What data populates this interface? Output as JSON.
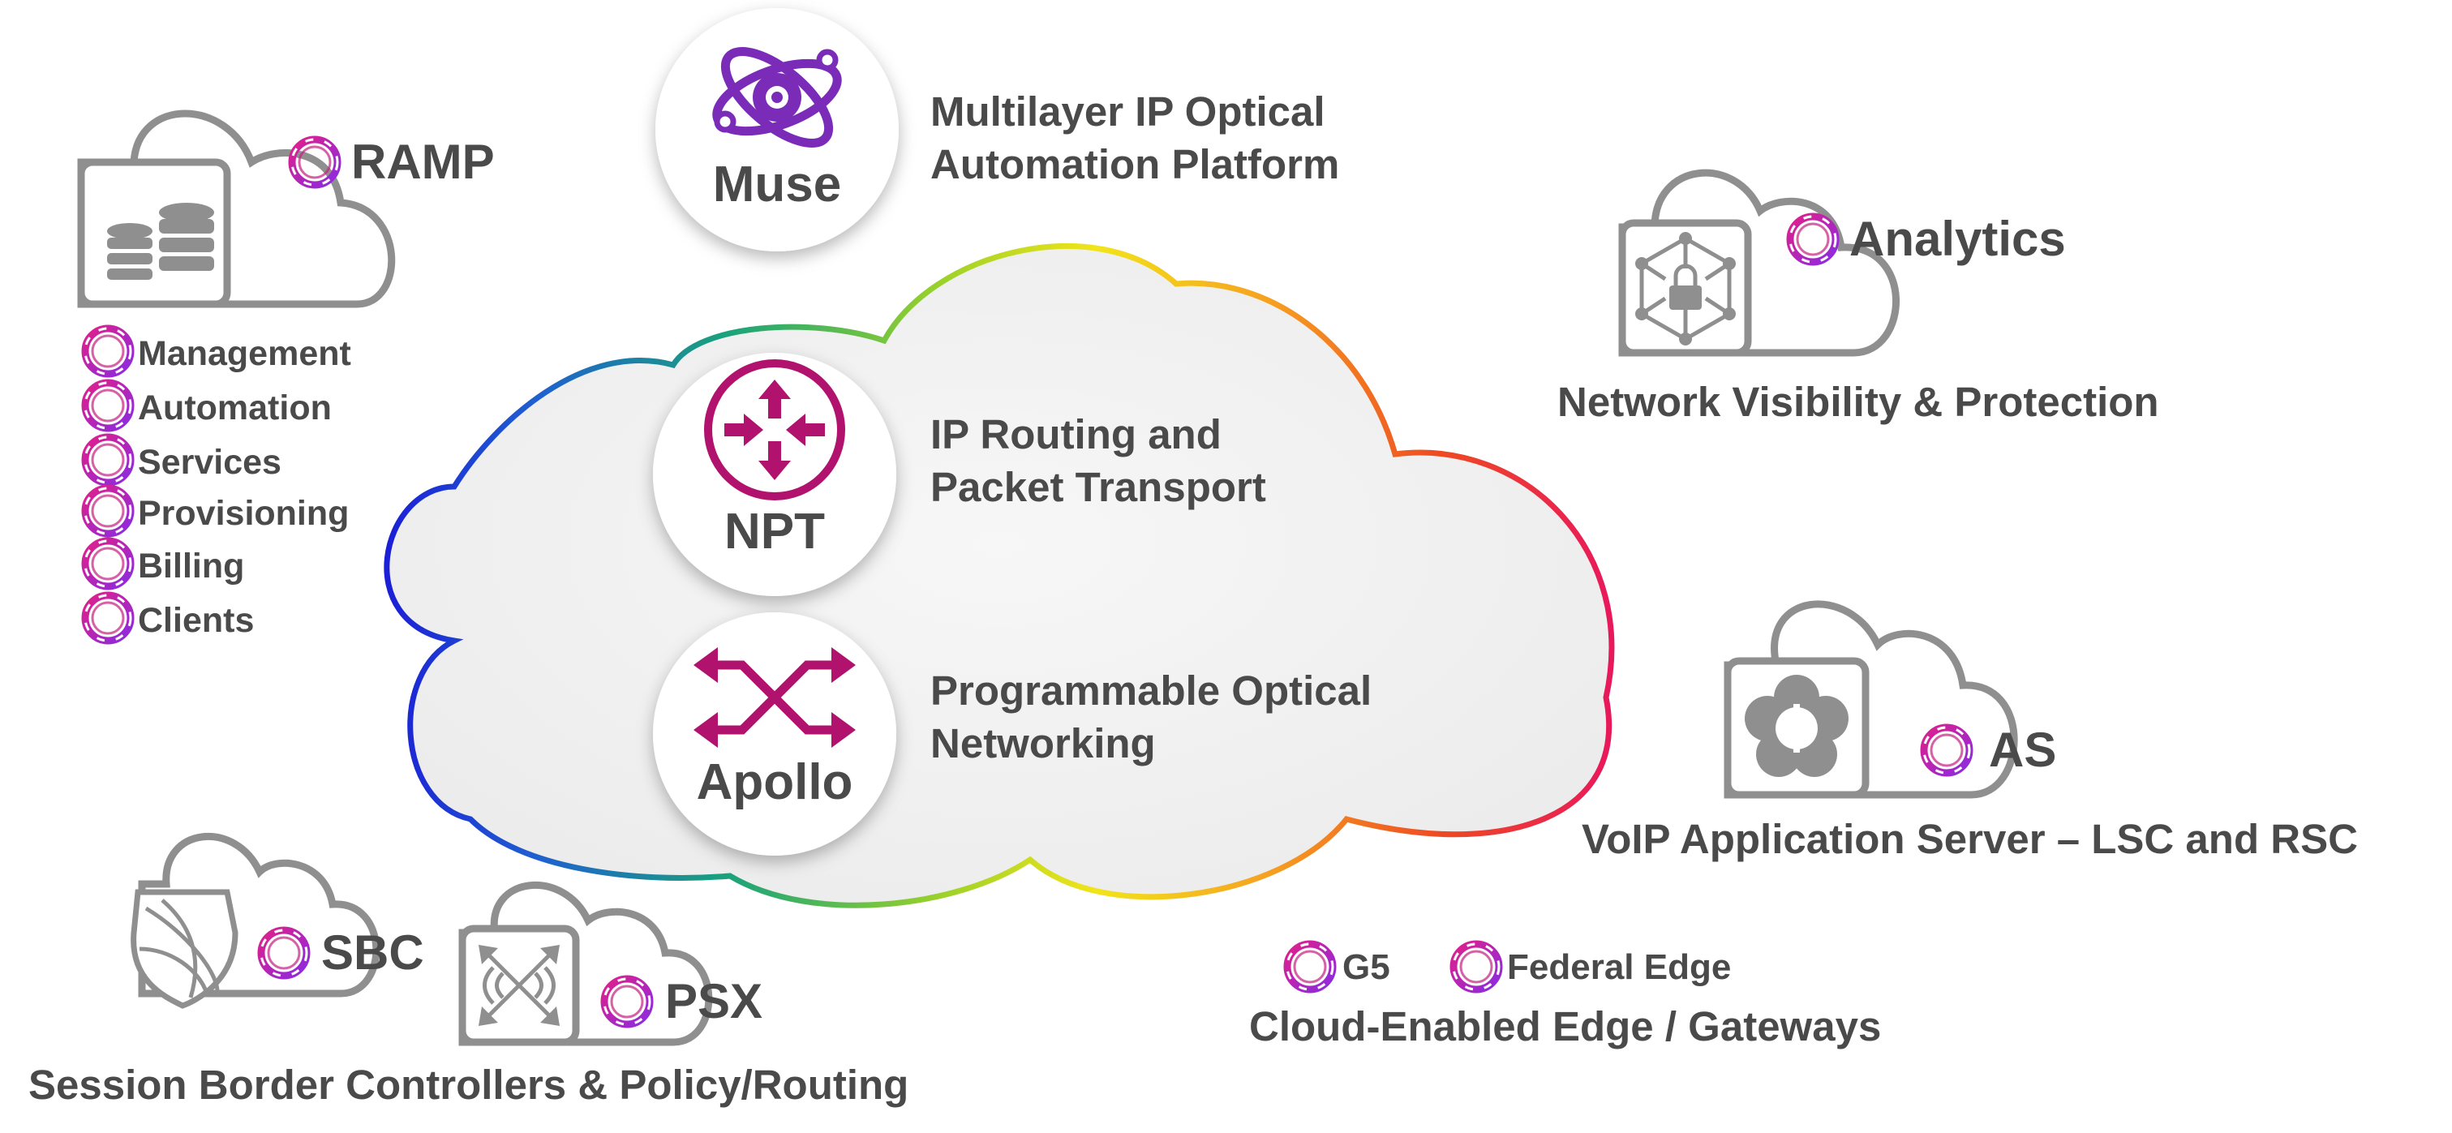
{
  "colors": {
    "text": "#4a4a4a",
    "gray_outline": "#8f8f8f",
    "magenta": "#b0126e",
    "purple": "#7a2bb8",
    "cloud_fill": "#f1f1f1",
    "circle_fill": "#ffffff",
    "ring_a": "#e0208a",
    "ring_b": "#8a2be2"
  },
  "central": {
    "muse": {
      "label": "Muse",
      "desc_line1": "Multilayer IP Optical",
      "desc_line2": "Automation Platform",
      "icon": "atom-gear-icon"
    },
    "npt": {
      "label": "NPT",
      "desc_line1": "IP Routing and",
      "desc_line2": "Packet Transport",
      "icon": "router-arrows-icon"
    },
    "apollo": {
      "label": "Apollo",
      "desc_line1": "Programmable Optical",
      "desc_line2": "Networking",
      "icon": "crossing-arrows-icon"
    }
  },
  "ramp": {
    "title": "RAMP",
    "icon": "database-icon",
    "items": [
      "Management",
      "Automation",
      "Services",
      "Provisioning",
      "Billing",
      "Clients"
    ]
  },
  "analytics": {
    "title": "Analytics",
    "caption": "Network Visibility & Protection",
    "icon": "lock-network-icon"
  },
  "as": {
    "title": "AS",
    "caption": "VoIP Application Server – LSC and RSC",
    "icon": "voip-flower-icon"
  },
  "sbc": {
    "title": "SBC",
    "icon": "shield-globe-icon"
  },
  "psx": {
    "title": "PSX",
    "icon": "routing-cross-icon"
  },
  "session_caption": "Session Border Controllers & Policy/Routing",
  "edge": {
    "item1": "G5",
    "item2": "Federal Edge",
    "caption": "Cloud-Enabled Edge / Gateways"
  }
}
